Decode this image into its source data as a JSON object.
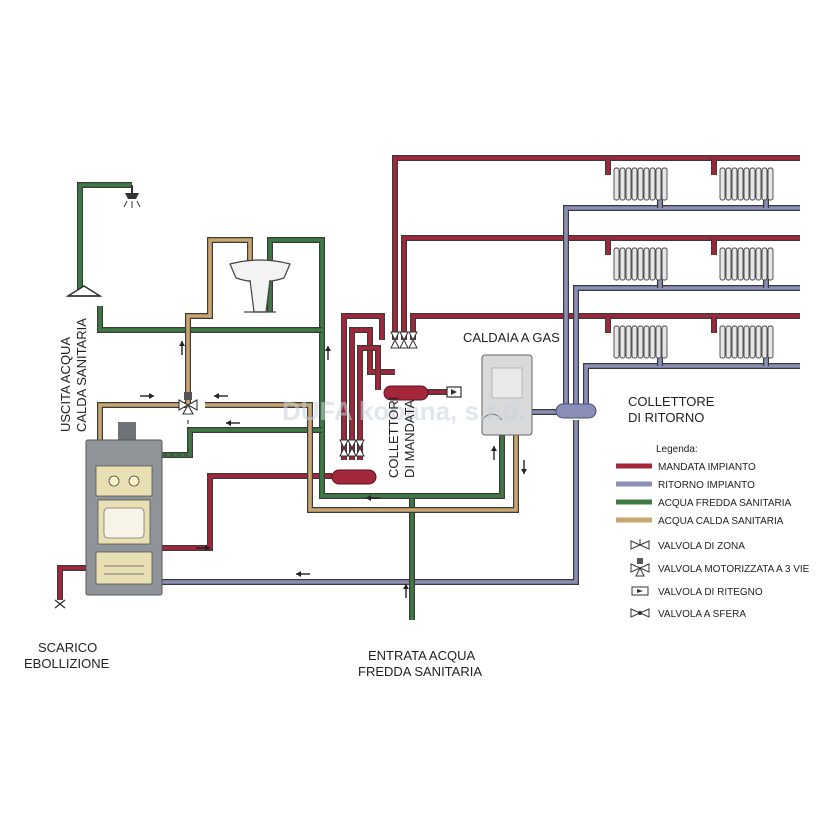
{
  "labels": {
    "uscita_line1": "USCITA ACQUA",
    "uscita_line2": "CALDA SANITARIA",
    "caldaia": "CALDAIA A GAS",
    "collettori_line1": "COLLETTORI",
    "collettori_line2": "DI MANDATA",
    "collettore_ritorno_line1": "COLLETTORE",
    "collettore_ritorno_line2": "DI RITORNO",
    "scarico_line1": "SCARICO",
    "scarico_line2": "EBOLLIZIONE",
    "entrata_line1": "ENTRATA ACQUA",
    "entrata_line2": "FREDDA SANITARIA",
    "watermark": "DUFA kobana, s.r.o."
  },
  "legend": {
    "title": "Legenda:",
    "lines": [
      {
        "label": "MANDATA IMPIANTO",
        "color": "#a3263a"
      },
      {
        "label": "RITORNO IMPIANTO",
        "color": "#8b8fb8"
      },
      {
        "label": "ACQUA FREDDA SANITARIA",
        "color": "#3f7a44"
      },
      {
        "label": "ACQUA CALDA SANITARIA",
        "color": "#c9a66f"
      }
    ],
    "symbols": [
      {
        "label": "VALVOLA DI ZONA"
      },
      {
        "label": "VALVOLA MOTORIZZATA A 3 VIE"
      },
      {
        "label": "VALVOLA DI RITEGNO"
      },
      {
        "label": "VALVOLA A SFERA"
      }
    ]
  },
  "colors": {
    "mandata": "#a3263a",
    "ritorno": "#8b8fb8",
    "fredda": "#3f7a44",
    "calda": "#c9a66f",
    "stove_body": "#8f9499",
    "stove_panel": "#e8dfb3",
    "radiator": "#e6e6e6"
  }
}
